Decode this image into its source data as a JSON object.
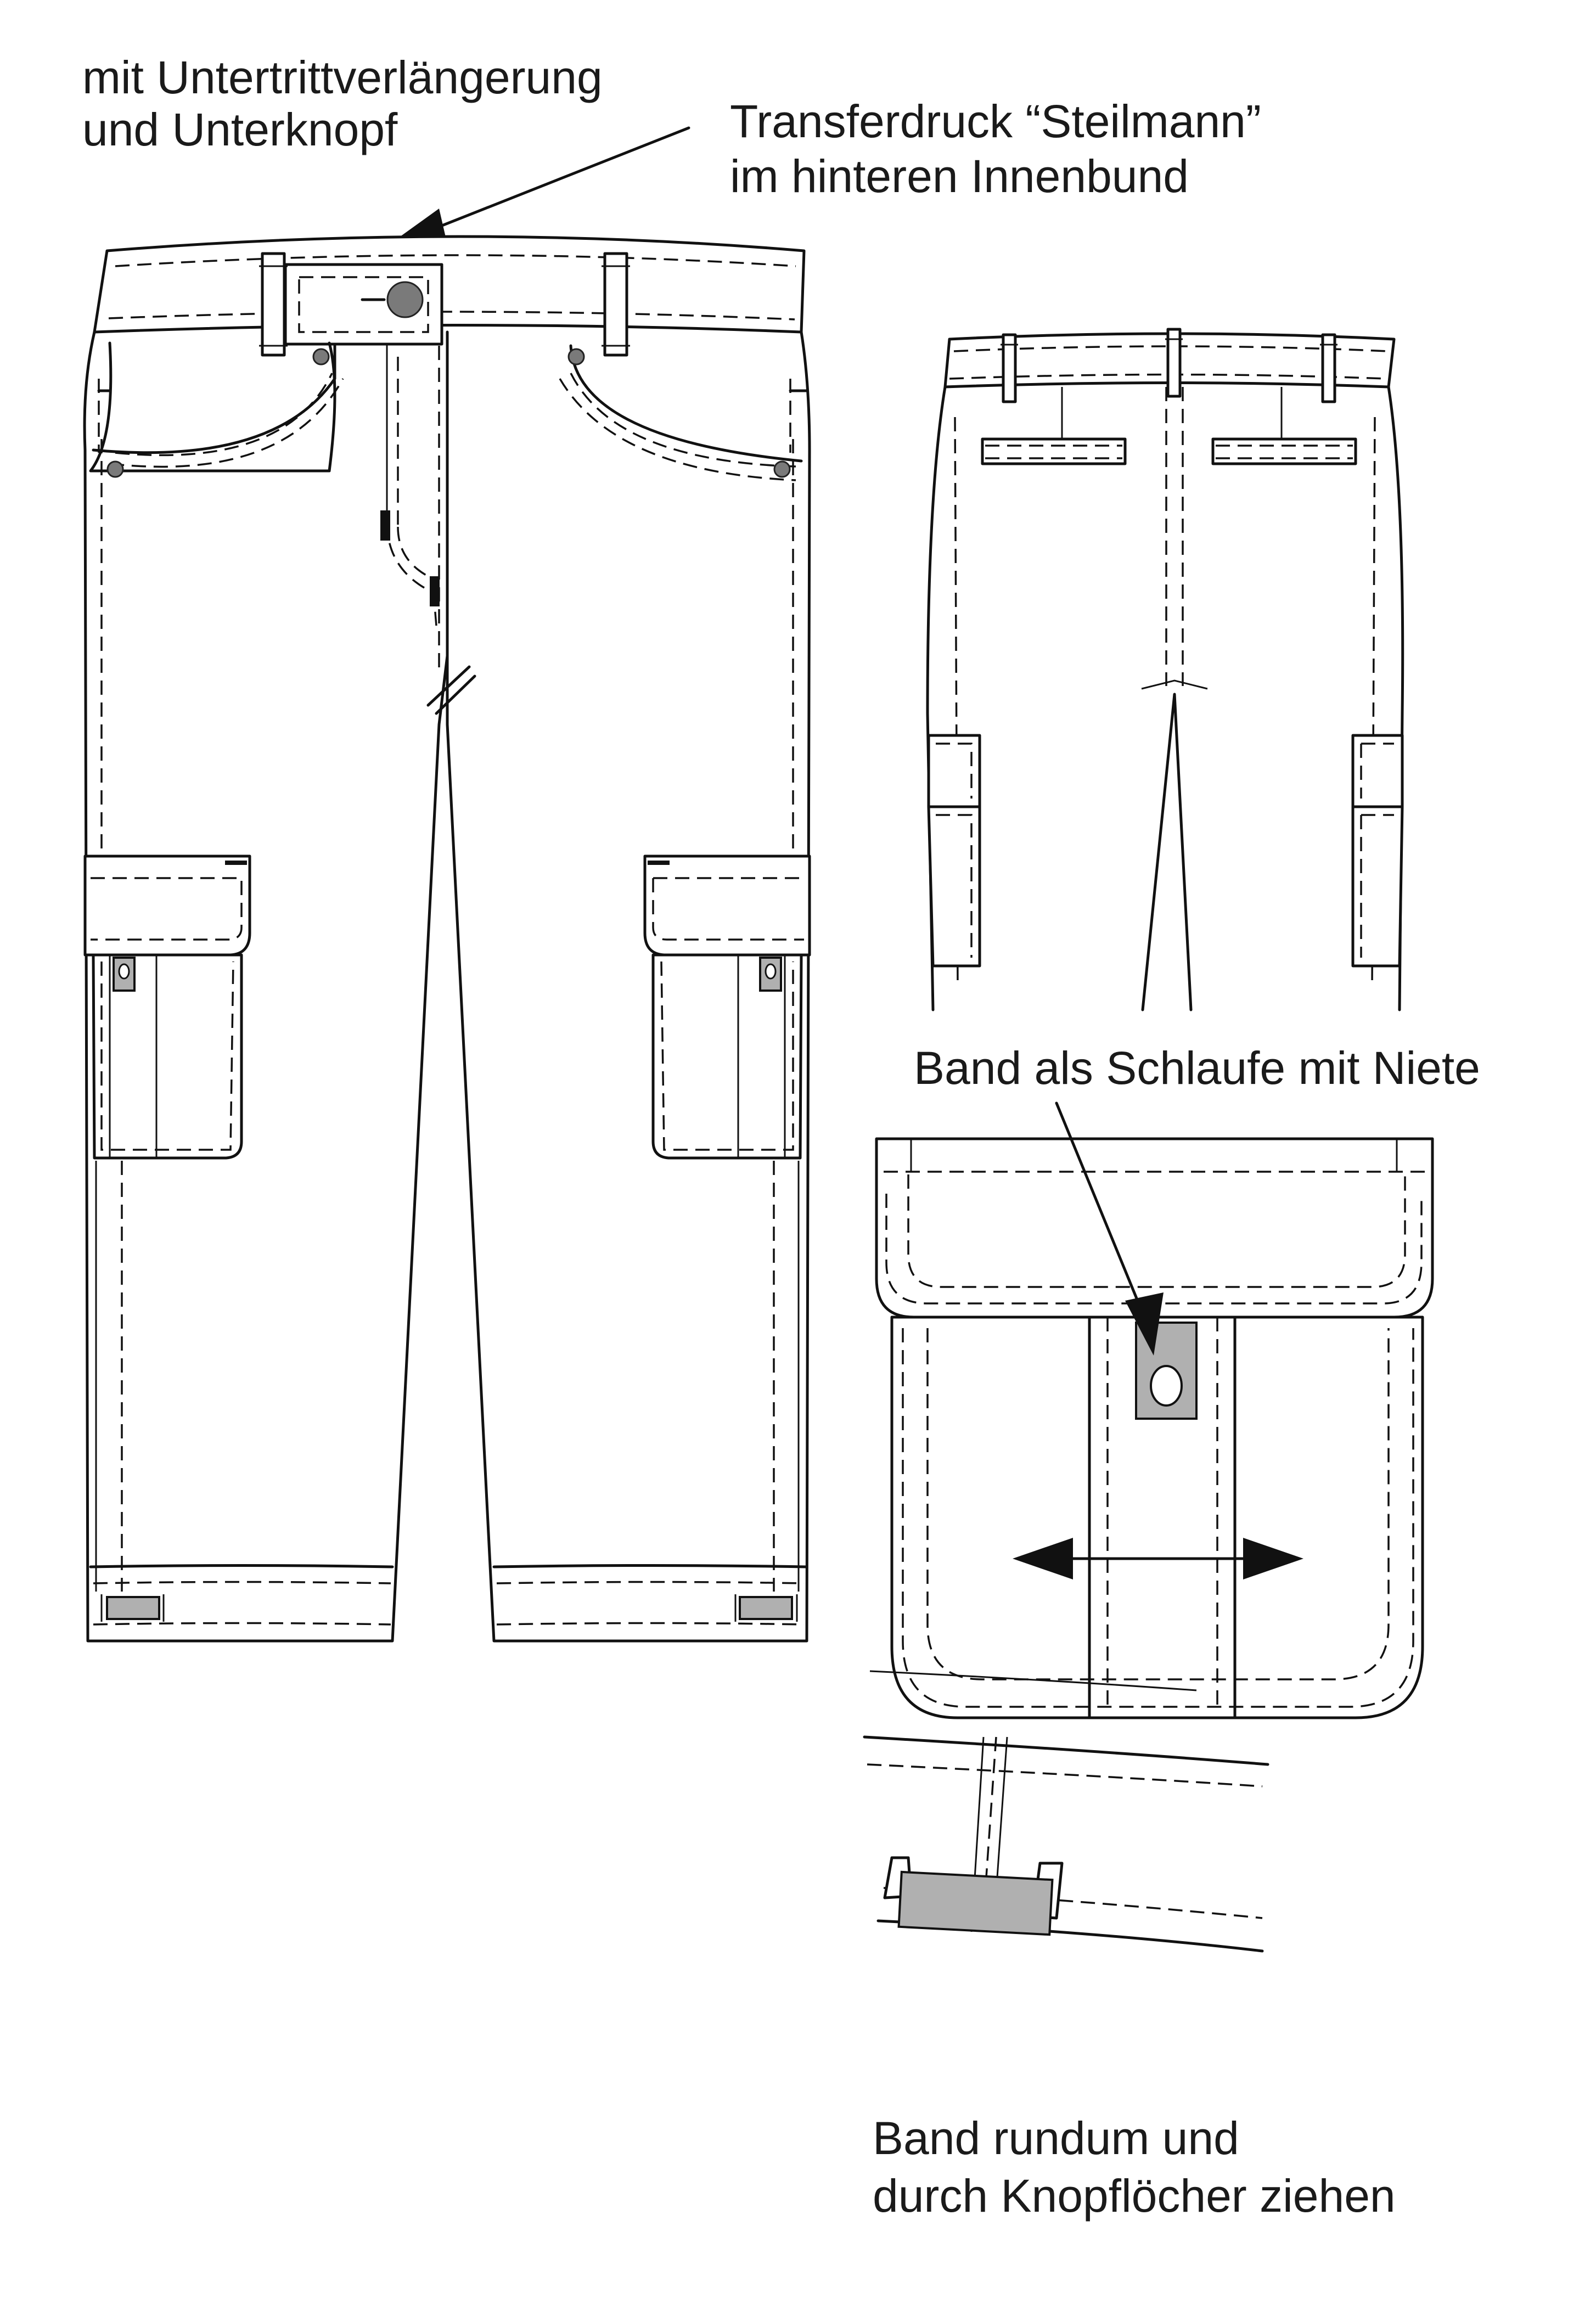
{
  "labels": {
    "extension_line1": "mit Untertrittverlängerung",
    "extension_line2": "und Unterknopf",
    "transfer_line1": "Transferdruck “Steilmann”",
    "transfer_line2": "im hinteren Innenbund",
    "loop_label": "Band als Schlaufe mit Niete",
    "band_line1": "Band rundum und",
    "band_line2": "durch Knopflöcher ziehen"
  },
  "colors": {
    "line": "#111111",
    "tab_fill": "#b0b0b0",
    "rivet_fill": "#7a7a7a",
    "background": "#ffffff"
  }
}
